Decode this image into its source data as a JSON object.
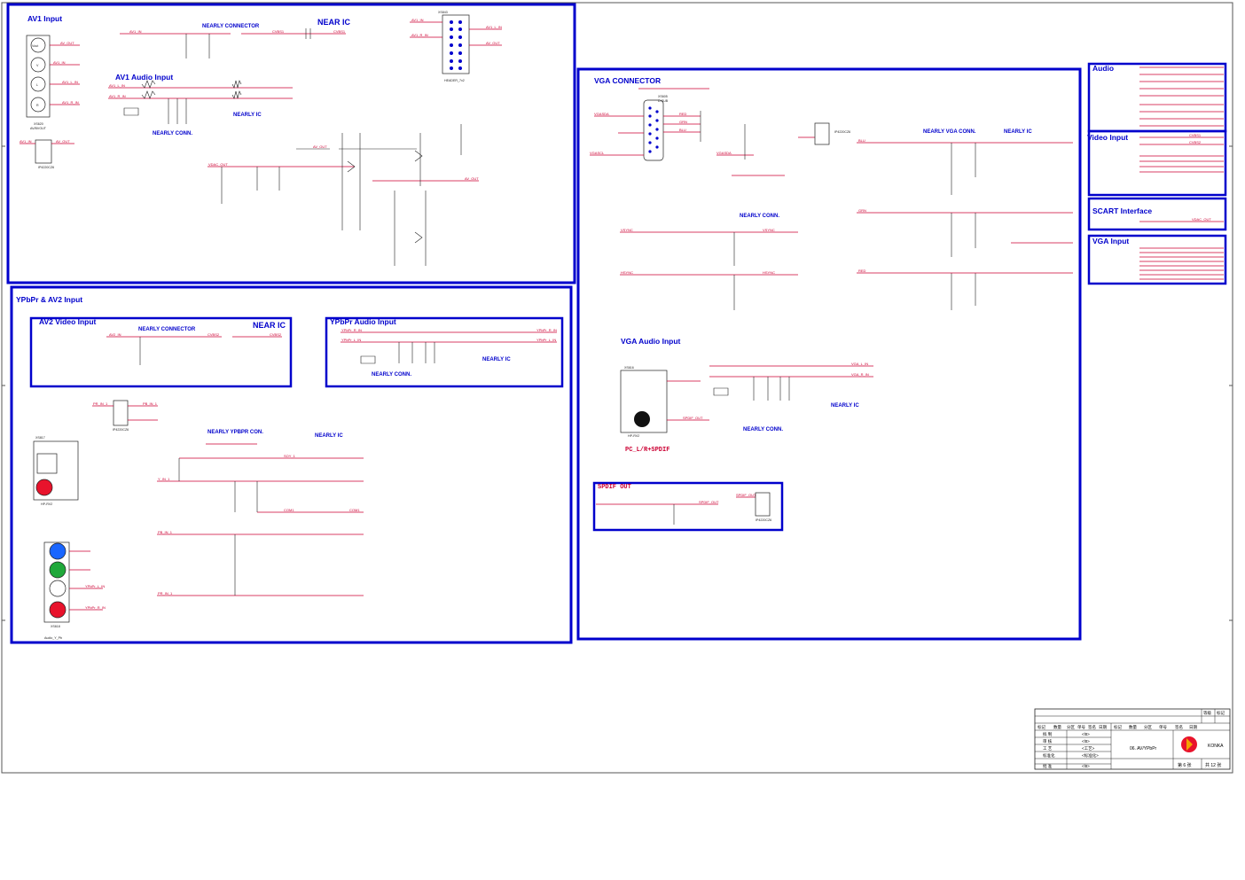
{
  "blocks": {
    "av1_input": "AV1 Input",
    "av1_audio_input": "AV1 Audio Input",
    "ypbpr_av2_input": "YPbPr & AV2 Input",
    "av2_video_input": "AV2 Video Input",
    "ypbpr_audio_input": "YPbPr Audio Input",
    "vga_connector": "VGA CONNECTOR",
    "vga_audio_input": "VGA Audio Input",
    "spdif_out": "SPDIF OUT",
    "audio": "Audio",
    "video_input": "Video Input",
    "scart_interface": "SCART Interface",
    "vga_input": "VGA Input"
  },
  "labels": {
    "nearly_connector": "NEARLY CONNECTOR",
    "near_ic": "NEAR IC",
    "nearly_ic": "NEARLY IC",
    "nearly_conn": "NEARLY CONN.",
    "nearly_conn_caps": "NEARLY CONN.",
    "nearly_vga_conn": "NEARLY VGA CONN.",
    "nearly_ypbpr_conn": "NEARLY YPBPR CON.",
    "pc_lr_spdif": "PC_L/R+SPDIF"
  },
  "nets": {
    "av1_in": "AV1_IN",
    "av_out": "AV_OUT",
    "av1_l_in": "AV1_L_IN",
    "av1_r_in": "AV1_R_IN",
    "cvbs1": "CVBS1",
    "cvbs2": "CVBS2",
    "av2_in": "AV2_IN",
    "vdac_out": "VDAC_OUT",
    "ypbpr_r_in": "YPbPr_R_IN",
    "ypbpr_l_in": "YPbPr_L_IN",
    "y_in": "Y_IN_1",
    "pb_in": "PB_IN_1",
    "pr_in": "PR_IN_1",
    "sov": "SOY_1",
    "com1": "COM1",
    "vsync": "VSYNC",
    "hsync": "HSYNC",
    "red": "RED",
    "grn": "GRN",
    "blu": "BLU",
    "vga_l_in": "VGA_L_IN",
    "vga_r_in": "VGA_R_IN",
    "spdif_out": "SPDIF_OUT",
    "vgasda": "VGASDA",
    "vgascl": "VGASCL"
  },
  "refs": {
    "xs620": "XS620",
    "av_out_jack": "AV/BVOUT",
    "header": "HEADER_7x2",
    "xs843": "XS843",
    "ip4220": "IP4220CZ6",
    "xs605": "XS605",
    "db15": "D-SUB",
    "hp_rv2": "HP-RV2",
    "xs817": "XS817",
    "xs618": "XS618",
    "audio_y_pc": "Audio_Y_Pb",
    "xs616": "XS616"
  },
  "title_block": {
    "header_cells": [
      "标记",
      "数量",
      "分区",
      "单号",
      "签名",
      "日期",
      "标记",
      "数量",
      "分区",
      "单号",
      "签名",
      "日期"
    ],
    "top_right": [
      "等级",
      "标记"
    ],
    "rows": [
      {
        "role": "拟 制",
        "value": "<ltt>"
      },
      {
        "role": "审 核",
        "value": "<ltt>"
      },
      {
        "role": "工 艺",
        "value": "<工艺>"
      },
      {
        "role": "标准化",
        "value": "<标准化>"
      },
      {
        "role": "批 准",
        "value": "<ltt>"
      }
    ],
    "drawing_name": "06. AV/YPbPr",
    "company": "KONKA",
    "sheet_no": "第 6 张",
    "sheet_total": "共 12 张"
  },
  "colors": {
    "block_border": "#0000cc",
    "wire": "#cc0033",
    "jack_blue": "#1a66ff",
    "jack_green": "#1fa83a",
    "jack_red": "#e8132c"
  }
}
